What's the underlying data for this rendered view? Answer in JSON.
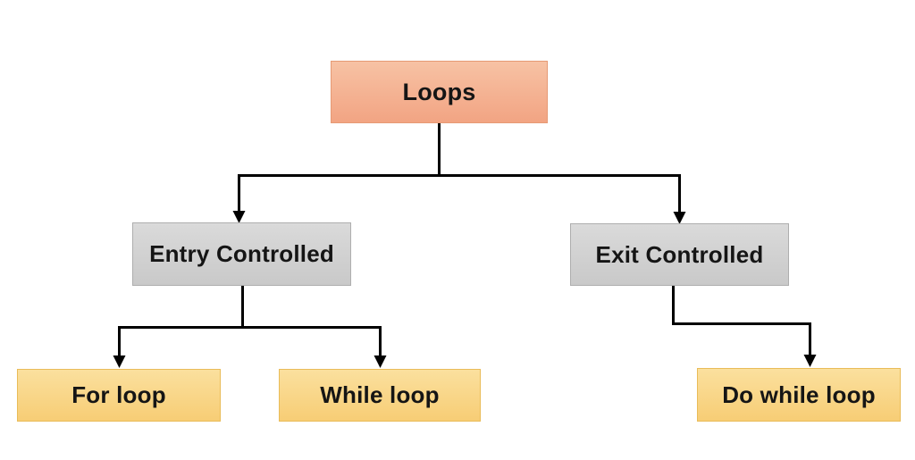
{
  "diagram": {
    "nodes": {
      "root": {
        "label": "Loops"
      },
      "entry": {
        "label": "Entry Controlled"
      },
      "exit": {
        "label": "Exit Controlled"
      },
      "for": {
        "label": "For loop"
      },
      "while": {
        "label": "While loop"
      },
      "dowhile": {
        "label": "Do while loop"
      }
    },
    "edges": [
      {
        "from": "Loops",
        "to": "Entry Controlled"
      },
      {
        "from": "Loops",
        "to": "Exit Controlled"
      },
      {
        "from": "Entry Controlled",
        "to": "For loop"
      },
      {
        "from": "Entry Controlled",
        "to": "While loop"
      },
      {
        "from": "Exit Controlled",
        "to": "Do while loop"
      }
    ],
    "colors": {
      "background": "#ffffff",
      "text": "#151515",
      "connector": "#000000",
      "root_fill_top": "#f7c2a4",
      "root_fill_bottom": "#f2a483",
      "root_border": "#e69a75",
      "level2_fill_top": "#dadada",
      "level2_fill_bottom": "#c9c9c9",
      "level2_border": "#aeaeae",
      "leaf_fill_top": "#fbe09e",
      "leaf_fill_bottom": "#f7cd75",
      "leaf_border": "#e9bc59"
    }
  }
}
